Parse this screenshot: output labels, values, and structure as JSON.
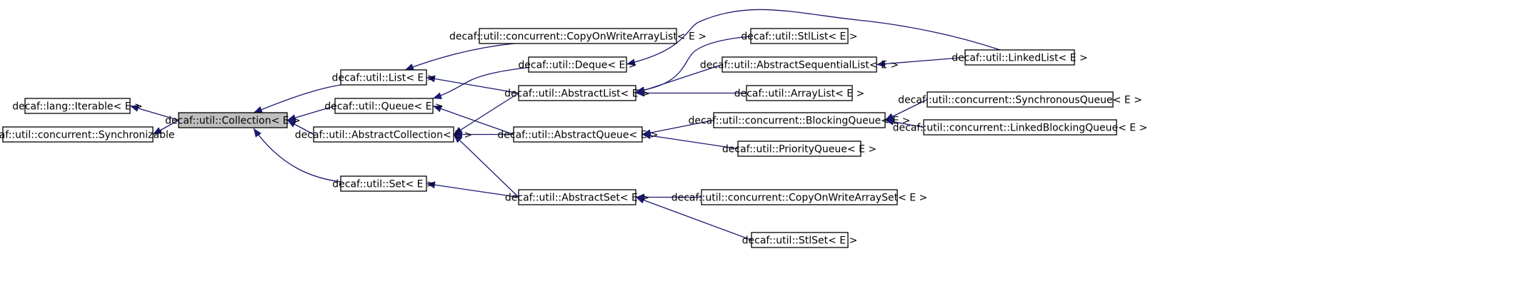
{
  "diagram": {
    "nodes": [
      {
        "id": "iterable",
        "label": "decaf::lang::Iterable< E >"
      },
      {
        "id": "synchronizable",
        "label": "decaf::util::concurrent::Synchronizable"
      },
      {
        "id": "collection",
        "label": "decaf::util::Collection< E >",
        "highlight": true
      },
      {
        "id": "list",
        "label": "decaf::util::List< E >"
      },
      {
        "id": "queue",
        "label": "decaf::util::Queue< E >"
      },
      {
        "id": "abstractcollection",
        "label": "decaf::util::AbstractCollection< E >"
      },
      {
        "id": "set",
        "label": "decaf::util::Set< E >"
      },
      {
        "id": "cowarraylist",
        "label": "decaf::util::concurrent::CopyOnWriteArrayList< E >"
      },
      {
        "id": "deque",
        "label": "decaf::util::Deque< E >"
      },
      {
        "id": "abstractlist",
        "label": "decaf::util::AbstractList< E >"
      },
      {
        "id": "abstractqueue",
        "label": "decaf::util::AbstractQueue< E >"
      },
      {
        "id": "abstractset",
        "label": "decaf::util::AbstractSet< E >"
      },
      {
        "id": "stllist",
        "label": "decaf::util::StlList< E >"
      },
      {
        "id": "abstractsequentiallist",
        "label": "decaf::util::AbstractSequentialList< E >"
      },
      {
        "id": "arraylist",
        "label": "decaf::util::ArrayList< E >"
      },
      {
        "id": "blockingqueue",
        "label": "decaf::util::concurrent::BlockingQueue< E >"
      },
      {
        "id": "priorityqueue",
        "label": "decaf::util::PriorityQueue< E >"
      },
      {
        "id": "cowarrayset",
        "label": "decaf::util::concurrent::CopyOnWriteArraySet< E >"
      },
      {
        "id": "stlset",
        "label": "decaf::util::StlSet< E >"
      },
      {
        "id": "linkedlist",
        "label": "decaf::util::LinkedList< E >"
      },
      {
        "id": "synchronousqueue",
        "label": "decaf::util::concurrent::SynchronousQueue< E >"
      },
      {
        "id": "linkedblockingqueue",
        "label": "decaf::util::concurrent::LinkedBlockingQueue< E >"
      }
    ],
    "edges": [
      {
        "from": "collection",
        "to": "iterable"
      },
      {
        "from": "collection",
        "to": "synchronizable"
      },
      {
        "from": "list",
        "to": "collection"
      },
      {
        "from": "queue",
        "to": "collection"
      },
      {
        "from": "abstractcollection",
        "to": "collection"
      },
      {
        "from": "set",
        "to": "collection"
      },
      {
        "from": "cowarraylist",
        "to": "list"
      },
      {
        "from": "abstractlist",
        "to": "list"
      },
      {
        "from": "deque",
        "to": "queue"
      },
      {
        "from": "abstractqueue",
        "to": "queue"
      },
      {
        "from": "abstractlist",
        "to": "abstractcollection"
      },
      {
        "from": "abstractqueue",
        "to": "abstractcollection"
      },
      {
        "from": "abstractset",
        "to": "abstractcollection"
      },
      {
        "from": "abstractset",
        "to": "set"
      },
      {
        "from": "linkedlist",
        "to": "deque"
      },
      {
        "from": "stllist",
        "to": "abstractlist"
      },
      {
        "from": "abstractsequentiallist",
        "to": "abstractlist"
      },
      {
        "from": "arraylist",
        "to": "abstractlist"
      },
      {
        "from": "linkedlist",
        "to": "abstractsequentiallist"
      },
      {
        "from": "blockingqueue",
        "to": "abstractqueue"
      },
      {
        "from": "priorityqueue",
        "to": "abstractqueue"
      },
      {
        "from": "synchronousqueue",
        "to": "blockingqueue"
      },
      {
        "from": "linkedblockingqueue",
        "to": "blockingqueue"
      },
      {
        "from": "cowarrayset",
        "to": "abstractset"
      },
      {
        "from": "stlset",
        "to": "abstractset"
      }
    ]
  }
}
